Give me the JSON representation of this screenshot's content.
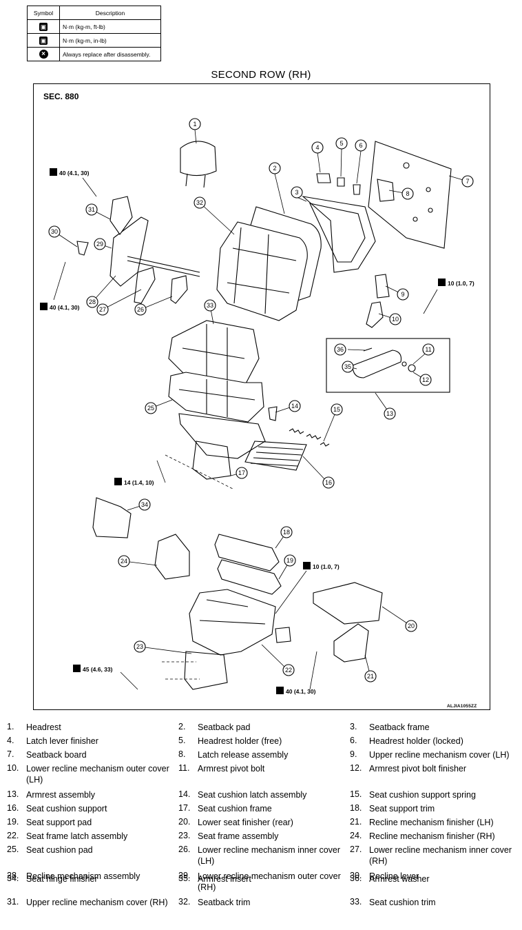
{
  "legend": {
    "header_symbol": "Symbol",
    "header_description": "Description",
    "rows": [
      {
        "icon": "torque-wrench-icon",
        "description": "N·m (kg-m, ft-lb)"
      },
      {
        "icon": "torque-wrench-small-icon",
        "description": "N·m (kg-m, in-lb)"
      },
      {
        "icon": "replace-icon",
        "description": "Always replace after disassembly."
      }
    ]
  },
  "title": "SECOND ROW (RH)",
  "diagram": {
    "section": "SEC. 880",
    "image_code": "ALJIA1055ZZ",
    "torque_specs": [
      "40 (4.1, 30)",
      "40 (4.1, 30)",
      "10 (1.0, 7)",
      "14 (1.4, 10)",
      "10 (1.0, 7)",
      "45 (4.6, 33)",
      "40 (4.1, 30)"
    ],
    "callouts": [
      "1",
      "2",
      "3",
      "4",
      "5",
      "6",
      "7",
      "8",
      "9",
      "10",
      "11",
      "12",
      "13",
      "14",
      "15",
      "16",
      "17",
      "18",
      "19",
      "20",
      "21",
      "22",
      "23",
      "24",
      "25",
      "26",
      "27",
      "28",
      "29",
      "30",
      "31",
      "32",
      "33",
      "34",
      "35",
      "36"
    ]
  },
  "parts": [
    {
      "num": "1.",
      "name": "Headrest"
    },
    {
      "num": "2.",
      "name": "Seatback pad"
    },
    {
      "num": "3.",
      "name": "Seatback frame"
    },
    {
      "num": "4.",
      "name": "Latch lever finisher"
    },
    {
      "num": "5.",
      "name": "Headrest holder (free)"
    },
    {
      "num": "6.",
      "name": "Headrest holder (locked)"
    },
    {
      "num": "7.",
      "name": "Seatback board"
    },
    {
      "num": "8.",
      "name": "Latch release assembly"
    },
    {
      "num": "9.",
      "name": "Upper recline mechanism cover (LH)"
    },
    {
      "num": "10.",
      "name": "Lower recline mechanism outer cover (LH)"
    },
    {
      "num": "11.",
      "name": "Armrest pivot bolt"
    },
    {
      "num": "12.",
      "name": "Armrest pivot bolt finisher"
    },
    {
      "num": "13.",
      "name": "Armrest assembly"
    },
    {
      "num": "14.",
      "name": "Seat cushion latch assembly"
    },
    {
      "num": "15.",
      "name": "Seat cushion support spring"
    },
    {
      "num": "16.",
      "name": "Seat cushion support"
    },
    {
      "num": "17.",
      "name": "Seat cushion frame"
    },
    {
      "num": "18.",
      "name": "Seat support trim"
    },
    {
      "num": "19.",
      "name": "Seat support pad"
    },
    {
      "num": "20.",
      "name": "Lower seat finisher (rear)"
    },
    {
      "num": "21.",
      "name": "Recline mechanism finisher (LH)"
    },
    {
      "num": "22.",
      "name": "Seat frame latch assembly"
    },
    {
      "num": "23.",
      "name": "Seat frame assembly"
    },
    {
      "num": "24.",
      "name": "Recline mechanism finisher (RH)"
    },
    {
      "num": "25.",
      "name": "Seat cushion pad"
    },
    {
      "num": "26.",
      "name": "Lower recline mechanism inner cover (LH)"
    },
    {
      "num": "27.",
      "name": "Lower recline mechanism inner cover (RH)"
    },
    {
      "num": "28.",
      "name": "Recline mechanism assembly"
    },
    {
      "num": "29.",
      "name": "Lower recline mechanism outer cover (RH)"
    },
    {
      "num": "30.",
      "name": "Recline lever"
    },
    {
      "num": "31.",
      "name": "Upper recline mechanism cover (RH)"
    },
    {
      "num": "32.",
      "name": "Seatback trim"
    },
    {
      "num": "33.",
      "name": "Seat cushion trim"
    },
    {
      "num": "34.",
      "name": "Seat hinge finisher"
    },
    {
      "num": "35.",
      "name": "Armrest insert"
    },
    {
      "num": "36.",
      "name": "Armrest washer"
    }
  ]
}
